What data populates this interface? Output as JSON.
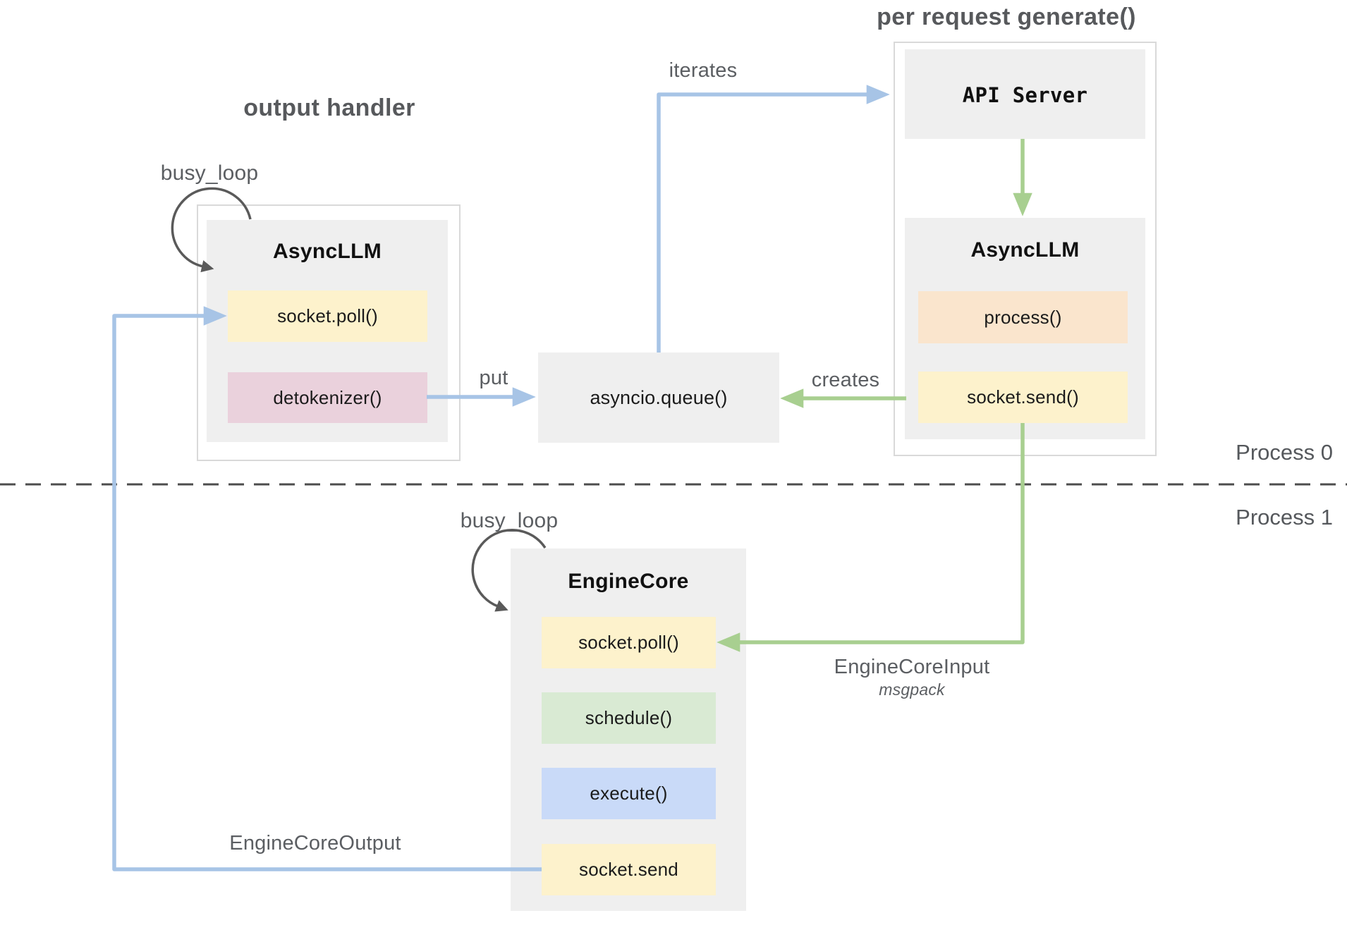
{
  "titles": {
    "output_handler": "output handler",
    "per_request": "per request generate()"
  },
  "lanes": {
    "p0": "Process 0",
    "p1": "Process 1"
  },
  "loops": {
    "left": "busy_loop",
    "engine": "busy_loop"
  },
  "nodes": {
    "api_server": {
      "title": "API Server"
    },
    "async_llm_left": {
      "title": "AsyncLLM",
      "socket_poll": "socket.poll()",
      "detokenizer": "detokenizer()"
    },
    "async_llm_right": {
      "title": "AsyncLLM",
      "process": "process()",
      "socket_send": "socket.send()"
    },
    "queue": {
      "title": "asyncio.queue()"
    },
    "engine_core": {
      "title": "EngineCore",
      "socket_poll": "socket.poll()",
      "schedule": "schedule()",
      "execute": "execute()",
      "socket_send": "socket.send"
    }
  },
  "edges": {
    "iterates": "iterates",
    "put": "put",
    "creates": "creates",
    "input": "EngineCoreInput",
    "input_format": "msgpack",
    "output": "EngineCoreOutput"
  },
  "colors": {
    "blue_arrow": "#a7c4e6",
    "green_arrow": "#a8cf90",
    "loop_arrow": "#5a5a5a",
    "dashed_line": "#4d4d4d",
    "box_gray": "#efefef",
    "container_border": "#d9d9d9",
    "yellow": "#fdf2cc",
    "pink": "#ead1dc",
    "peach": "#fae5cd",
    "light_green": "#d9ead3",
    "light_blue": "#c9daf8"
  }
}
